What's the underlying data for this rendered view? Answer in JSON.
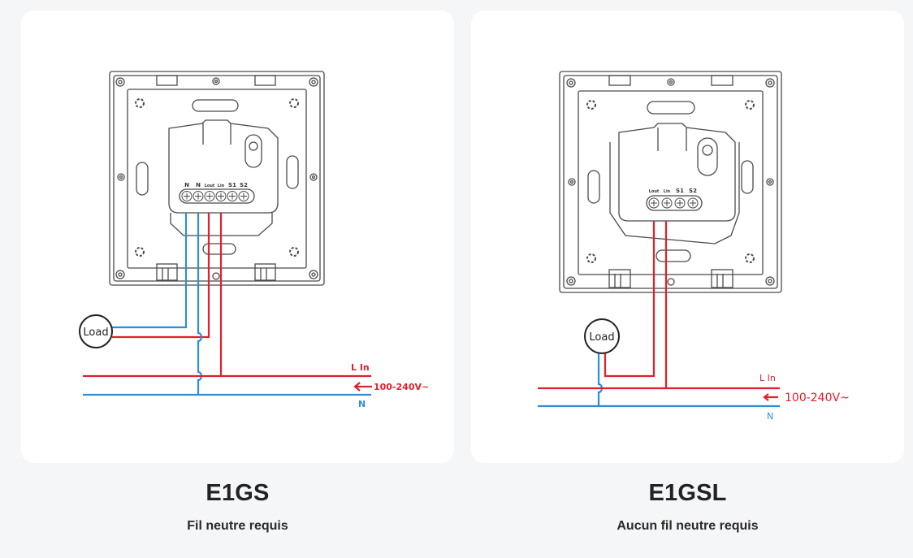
{
  "colors": {
    "page_background": "#f5f6f8",
    "card_background": "#ffffff",
    "live_wire": "#e0202b",
    "neutral_wire": "#2c8fd6",
    "outline": "#4a4a4a"
  },
  "products": [
    {
      "model": "E1GS",
      "subtitle": "Fil neutre requis",
      "terminals": [
        "N",
        "N",
        "Lout",
        "Lin",
        "S1",
        "S2"
      ],
      "load_label": "Load",
      "live_label": "L In",
      "neutral_label": "N",
      "voltage_label": "100-240V~"
    },
    {
      "model": "E1GSL",
      "subtitle": "Aucun fil neutre requis",
      "terminals": [
        "Lout",
        "Lin",
        "S1",
        "S2"
      ],
      "load_label": "Load",
      "live_label": "L In",
      "neutral_label": "N",
      "voltage_label": "100-240V~"
    }
  ]
}
